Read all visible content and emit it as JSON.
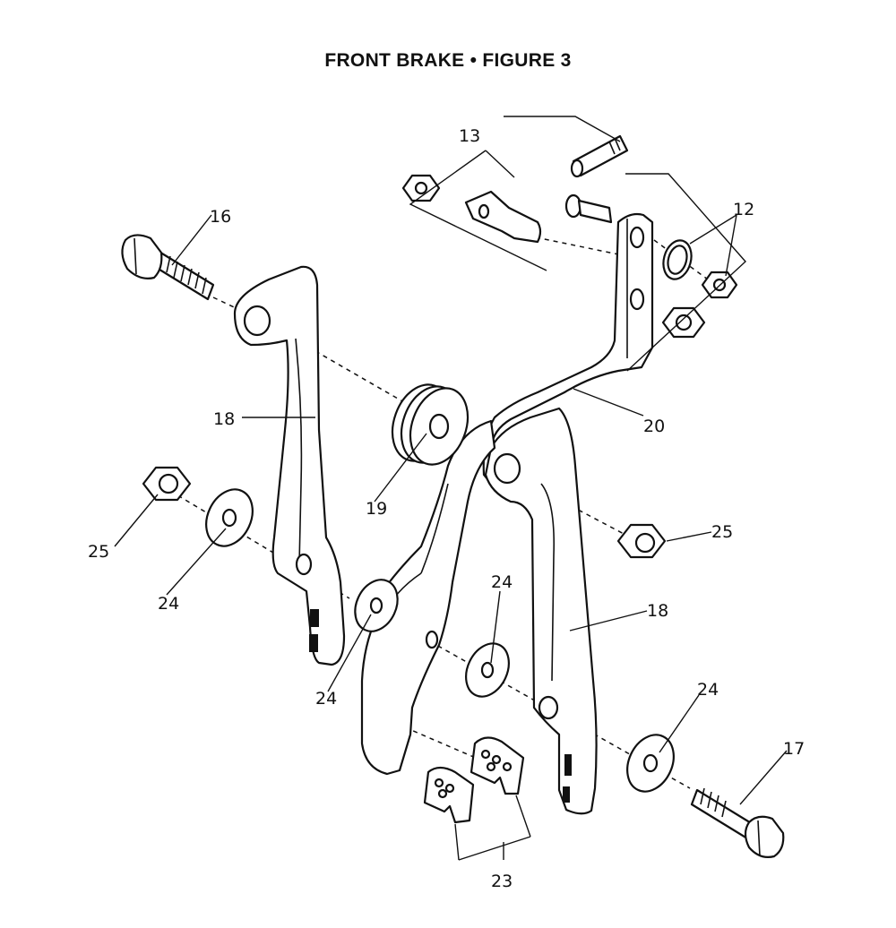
{
  "figure": {
    "title": "FRONT BRAKE  •  FIGURE 3"
  },
  "callouts": {
    "c12": "12",
    "c13": "13",
    "c16": "16",
    "c17": "17",
    "c18_left": "18",
    "c18_right": "18",
    "c19": "19",
    "c20": "20",
    "c23": "23",
    "c24_a": "24",
    "c24_b": "24",
    "c24_c": "24",
    "c24_d": "24",
    "c25_left": "25",
    "c25_right": "25"
  }
}
